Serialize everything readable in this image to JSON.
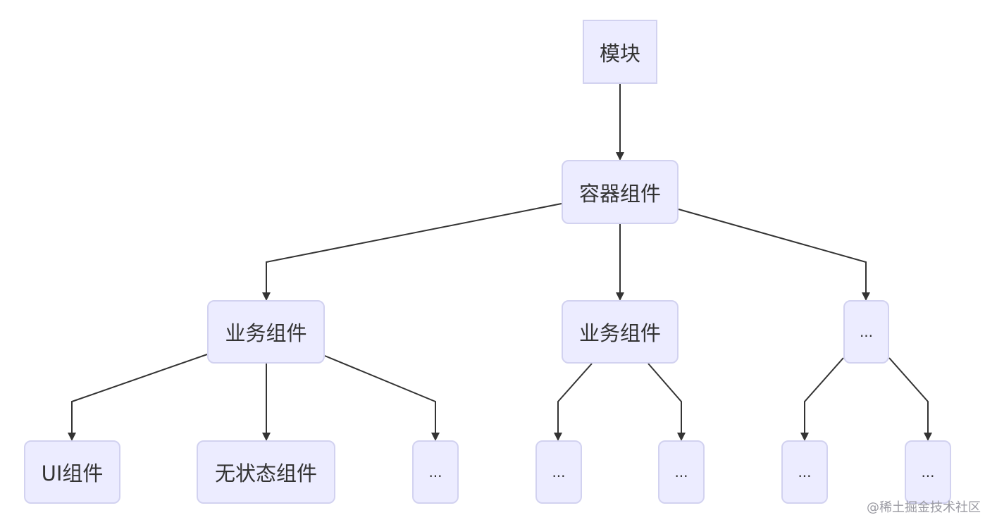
{
  "diagram": {
    "nodes": {
      "module": {
        "label": "模块"
      },
      "container": {
        "label": "容器组件"
      },
      "business_1": {
        "label": "业务组件"
      },
      "business_2": {
        "label": "业务组件"
      },
      "ellipsis_l2": {
        "label": "..."
      },
      "ui": {
        "label": "UI组件"
      },
      "stateless": {
        "label": "无状态组件"
      },
      "ellipsis_b1": {
        "label": "..."
      },
      "ellipsis_b2_a": {
        "label": "..."
      },
      "ellipsis_b2_b": {
        "label": "..."
      },
      "ellipsis_l3_a": {
        "label": "..."
      },
      "ellipsis_l3_b": {
        "label": "..."
      }
    },
    "edges": [
      {
        "from": "module",
        "to": "container"
      },
      {
        "from": "container",
        "to": "business_1"
      },
      {
        "from": "container",
        "to": "business_2"
      },
      {
        "from": "container",
        "to": "ellipsis_l2"
      },
      {
        "from": "business_1",
        "to": "ui"
      },
      {
        "from": "business_1",
        "to": "stateless"
      },
      {
        "from": "business_1",
        "to": "ellipsis_b1"
      },
      {
        "from": "business_2",
        "to": "ellipsis_b2_a"
      },
      {
        "from": "business_2",
        "to": "ellipsis_b2_b"
      },
      {
        "from": "ellipsis_l2",
        "to": "ellipsis_l3_a"
      },
      {
        "from": "ellipsis_l2",
        "to": "ellipsis_l3_b"
      }
    ],
    "colors": {
      "node_fill": "#ececff",
      "node_border": "#d2d2f0",
      "edge": "#333333",
      "text": "#333333"
    }
  },
  "watermark": "@稀土掘金技术社区"
}
